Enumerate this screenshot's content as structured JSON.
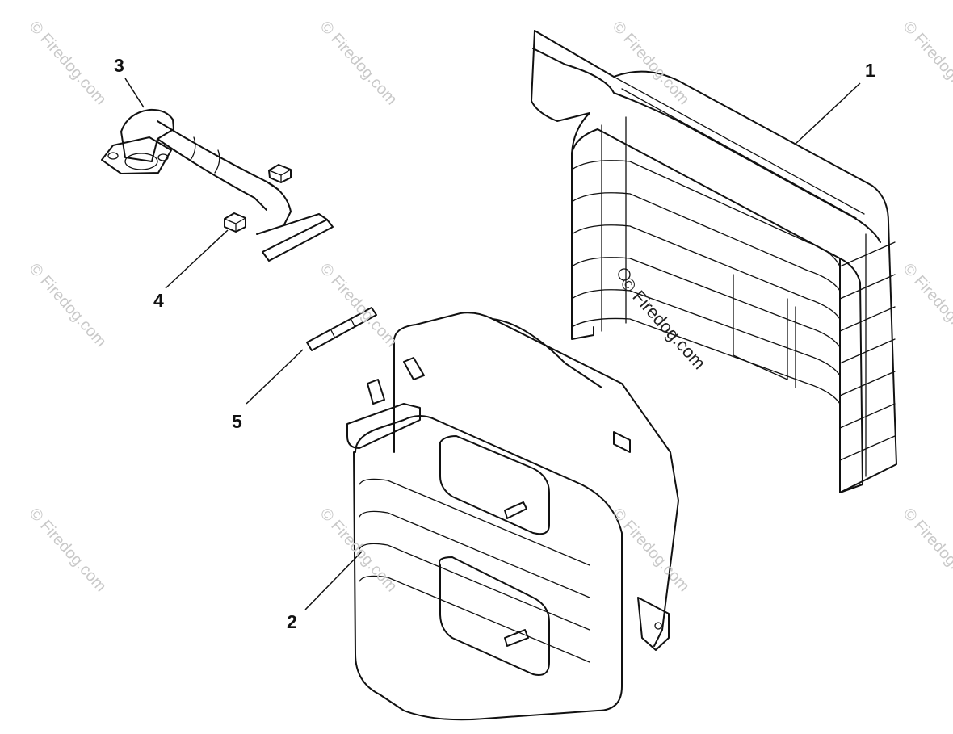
{
  "callouts": {
    "c1": "1",
    "c2": "2",
    "c3": "3",
    "c4": "4",
    "c5": "5"
  },
  "watermark": {
    "text": "© Firedog.com",
    "center_text": "© Firedog.com"
  },
  "colors": {
    "line": "#111111",
    "watermark": "#c9c9c9",
    "background": "#ffffff"
  }
}
